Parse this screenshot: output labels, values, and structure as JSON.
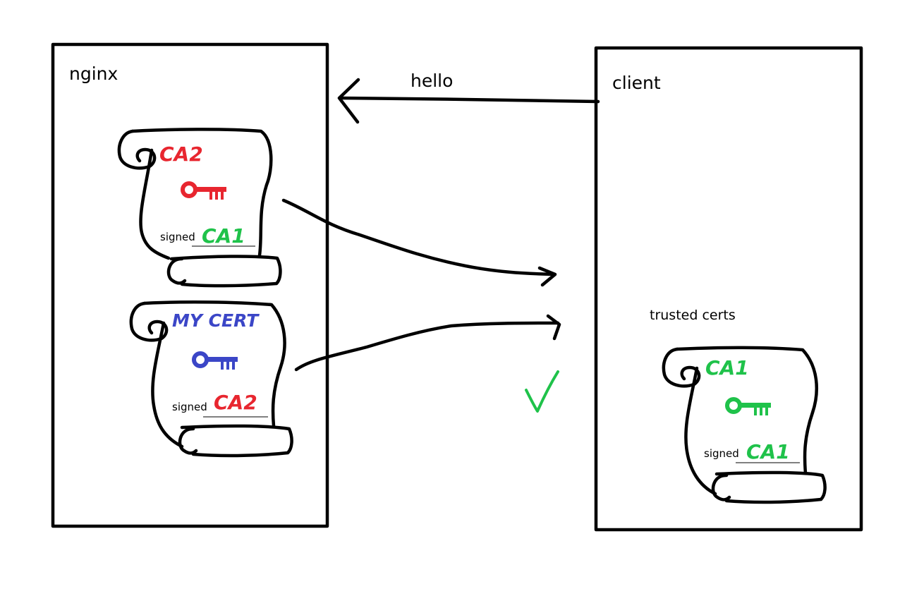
{
  "nginx": {
    "label": "nginx"
  },
  "client": {
    "label": "client",
    "trusted_label": "trusted certs"
  },
  "message": {
    "label": "hello"
  },
  "certs": {
    "ca2": {
      "title": "CA2",
      "signed_label": "signed",
      "signed_by": "CA1",
      "title_color": "#e8262f",
      "key_color": "#e8262f",
      "signer_color": "#1fc24a"
    },
    "mycert": {
      "title": "MY CERT",
      "signed_label": "signed",
      "signed_by": "CA2",
      "title_color": "#3b46c7",
      "key_color": "#3b46c7",
      "signer_color": "#e8262f"
    },
    "trusted_ca1": {
      "title": "CA1",
      "signed_label": "signed",
      "signed_by": "CA1",
      "title_color": "#1fc24a",
      "key_color": "#1fc24a",
      "signer_color": "#1fc24a"
    }
  },
  "check": {
    "icon": "checkmark-icon",
    "color": "#1fc24a"
  }
}
